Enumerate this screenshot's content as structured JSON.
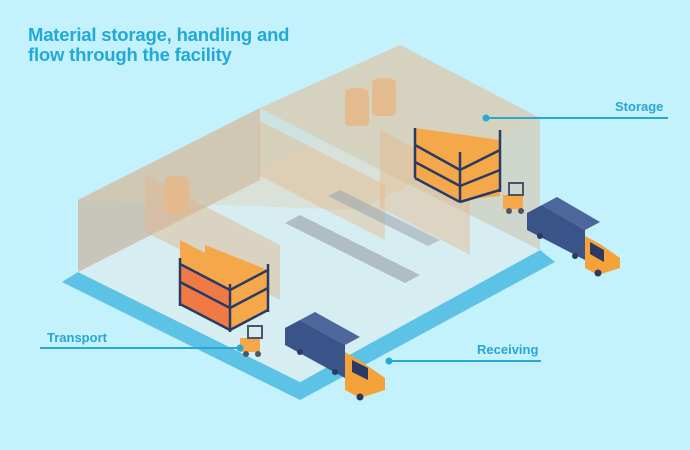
{
  "title": {
    "line1": "Material storage, handling and",
    "line2": "flow through the facility"
  },
  "labels": {
    "storage": "Storage",
    "transport": "Transport",
    "receiving": "Receiving"
  },
  "colors": {
    "background": "#c3f1fc",
    "title": "#22a9d9",
    "accent_line": "#27a9d6",
    "truck_body": "#3a5388",
    "truck_cab": "#f6a23a",
    "rack": "#2b3a63",
    "box": "#f5a84a"
  }
}
